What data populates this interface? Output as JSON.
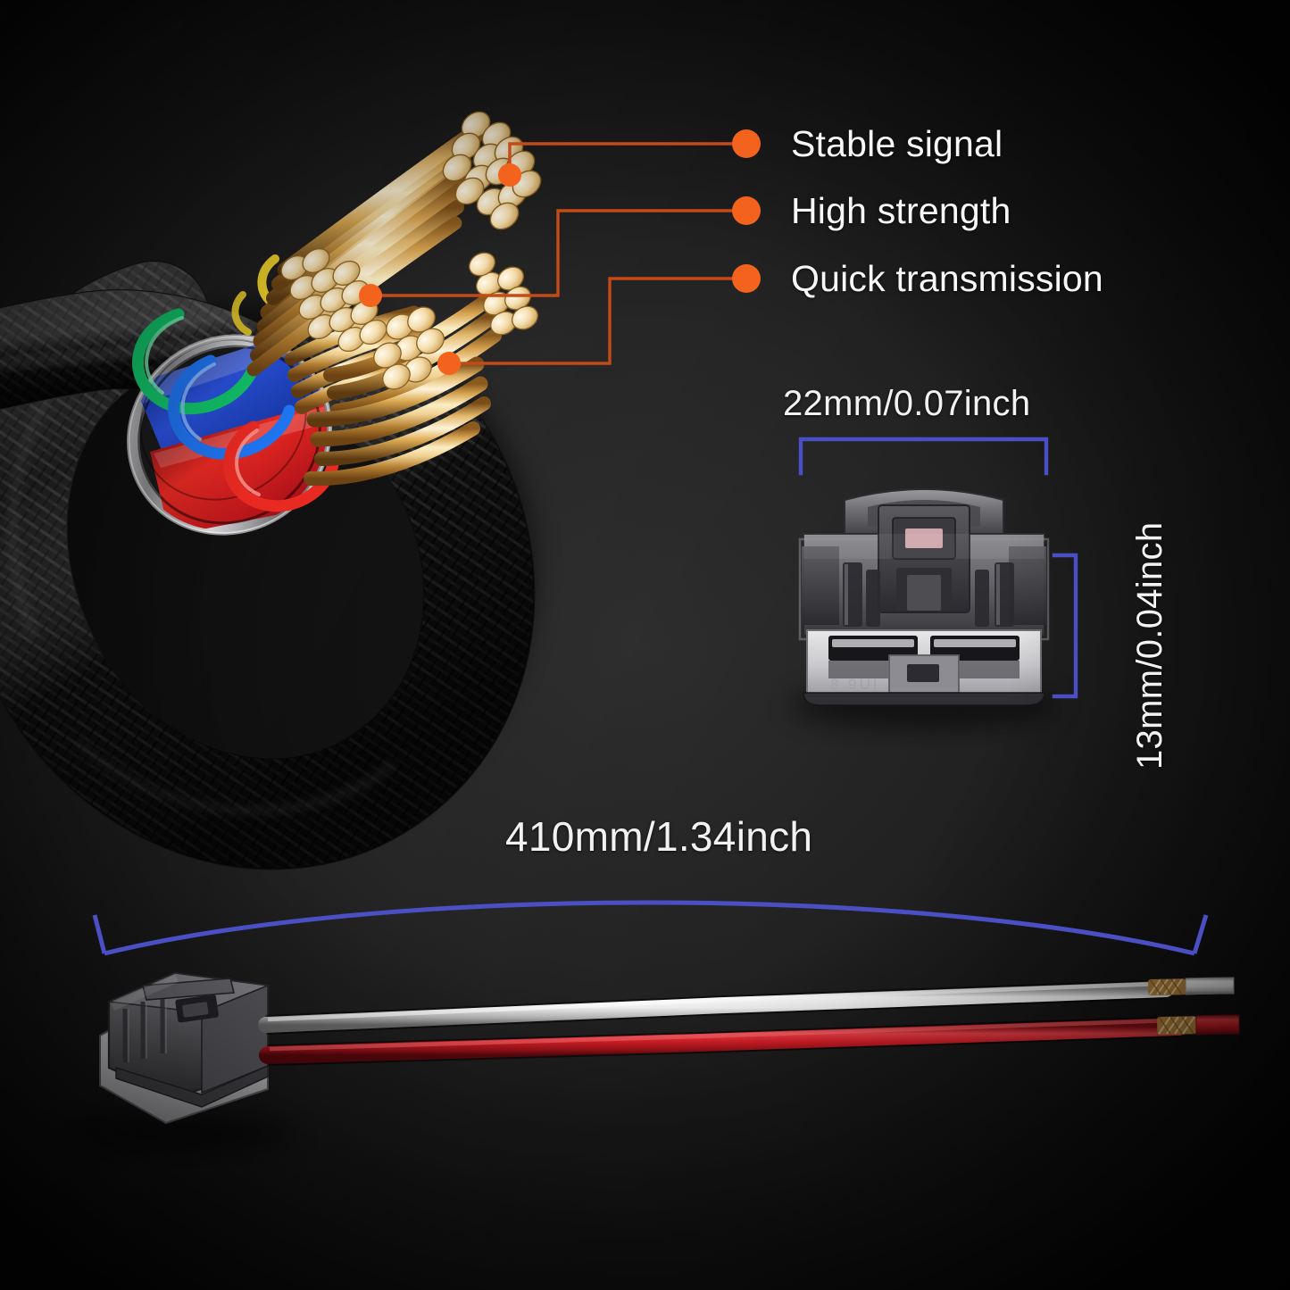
{
  "background": {
    "base_color": "#0a0a0a",
    "center_color": "#2f2f2f"
  },
  "accent_colors": {
    "callout_orange": "#F4631E",
    "callout_orange_line": "#C44A18",
    "dimension_blue": "#4A4FC4",
    "wire_red": "#D81E2A",
    "wire_white": "#F0F0F0",
    "connector_gray": "#6E6E72",
    "copper_gold": "#E8C88A"
  },
  "features": {
    "title_group": "cable-features",
    "items": [
      {
        "id": "stable-signal",
        "label": "Stable signal",
        "dot_color": "#F4631E"
      },
      {
        "id": "high-strength",
        "label": "High strength",
        "dot_color": "#F4631E"
      },
      {
        "id": "quick-transmission",
        "label": "Quick transmission",
        "dot_color": "#F4631E"
      }
    ]
  },
  "dimensions": {
    "connector_width": "22mm/0.07inch",
    "connector_height": "13mm/0.04inch",
    "harness_length": "410mm/1.34inch"
  },
  "product": {
    "cable_type": "braided-nylon-cable",
    "connector_type": "2-pin-automotive-connector",
    "wire_colors": [
      "white",
      "red"
    ]
  }
}
